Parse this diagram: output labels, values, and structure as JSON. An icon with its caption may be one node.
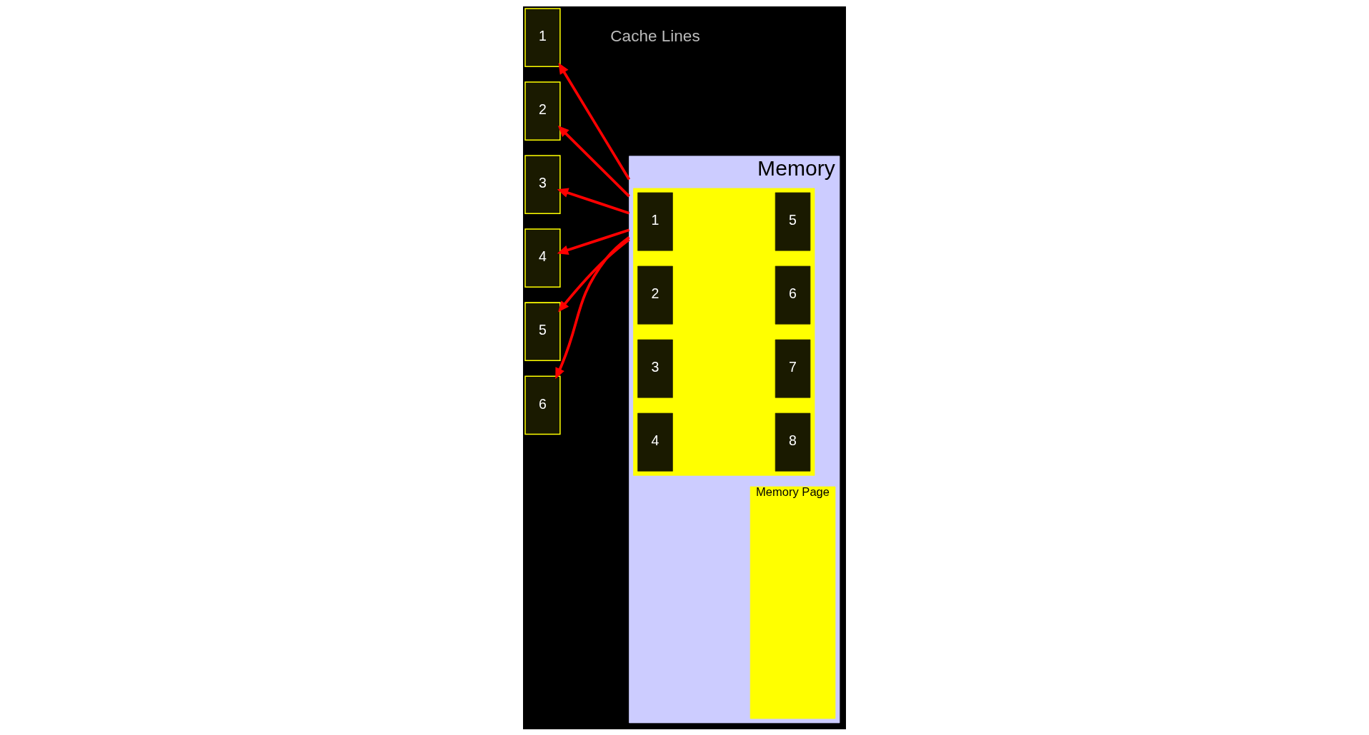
{
  "diagram": {
    "nodes": [
      {
        "text": [
          "Memory"
        ]
      },
      {
        "text": [],
        "shape": "box",
        "in": 0
      },
      {
        "text": [
          "1"
        ],
        "in": 1
      },
      {
        "text": [
          "2"
        ],
        "in": 1
      },
      {
        "text": [
          "3"
        ],
        "in": 1
      },
      {
        "text": [
          "4"
        ],
        "in": 1
      },
      {
        "text": [
          "5"
        ],
        "in": 1
      },
      {
        "text": [
          "6"
        ],
        "in": 1
      },
      {
        "text": [
          "7"
        ],
        "in": 1
      },
      {
        "text": [
          "8"
        ],
        "in": 1
      },
      {
        "text": [
          "Memory Page"
        ],
        "in": 0
      },
      {
        "text": [
          "1"
        ]
      },
      {
        "text": [
          "2"
        ]
      },
      {
        "text": [
          "3"
        ]
      },
      {
        "text": [
          "4"
        ]
      },
      {
        "text": [
          "5"
        ]
      },
      {
        "text": [
          "6"
        ]
      }
    ],
    "edges": [
      {
        "from": 0,
        "to": 11,
        "arrow": "to"
      },
      {
        "from": 0,
        "to": 12,
        "arrow": "to"
      },
      {
        "from": 0,
        "to": 13,
        "arrow": "to"
      },
      {
        "from": 0,
        "to": 14,
        "arrow": "to"
      },
      {
        "from": 0,
        "to": 15,
        "arrow": "to"
      },
      {
        "from": 0,
        "to": 16,
        "arrow": "to"
      }
    ],
    "labels": [
      "Cache Lines"
    ]
  }
}
